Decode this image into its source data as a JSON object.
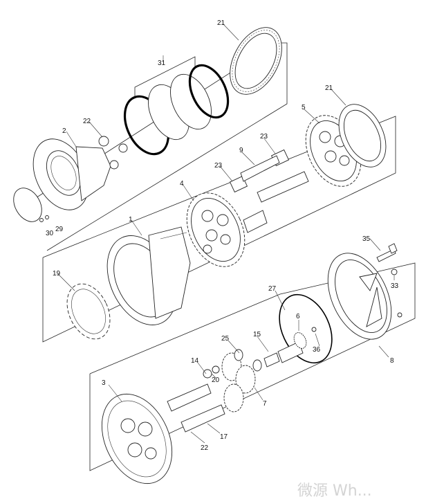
{
  "diagram": {
    "type": "exploded-parts-drawing",
    "callouts": [
      "1",
      "2",
      "3",
      "4",
      "5",
      "6",
      "7",
      "8",
      "9",
      "14",
      "15",
      "17",
      "19",
      "20",
      "21",
      "21",
      "22",
      "22",
      "23",
      "23",
      "25",
      "27",
      "29",
      "30",
      "31",
      "33",
      "35",
      "36"
    ],
    "watermark": "微源 Wh...",
    "line_color": "#222222",
    "background": "#ffffff"
  }
}
